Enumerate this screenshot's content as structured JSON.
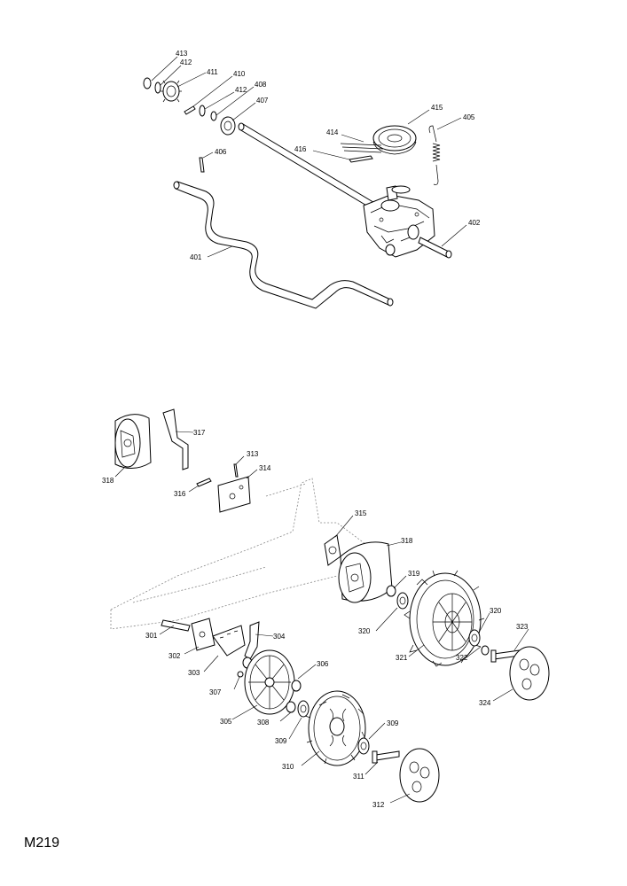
{
  "page_code": "M219",
  "labels": {
    "l413": "413",
    "l412a": "412",
    "l411": "411",
    "l410": "410",
    "l412b": "412",
    "l408": "408",
    "l407": "407",
    "l406": "406",
    "l414": "414",
    "l416": "416",
    "l415": "415",
    "l405": "405",
    "l402": "402",
    "l401": "401",
    "l317": "317",
    "l318a": "318",
    "l316": "316",
    "l313": "313",
    "l314": "314",
    "l315": "315",
    "l318b": "318",
    "l319": "319",
    "l320a": "320",
    "l320b": "320",
    "l321": "321",
    "l322": "322",
    "l323": "323",
    "l324": "324",
    "l301": "301",
    "l302": "302",
    "l303": "303",
    "l304": "304",
    "l305": "305",
    "l306": "306",
    "l307": "307",
    "l308": "308",
    "l309a": "309",
    "l309b": "309",
    "l310": "310",
    "l311": "311",
    "l312": "312"
  }
}
